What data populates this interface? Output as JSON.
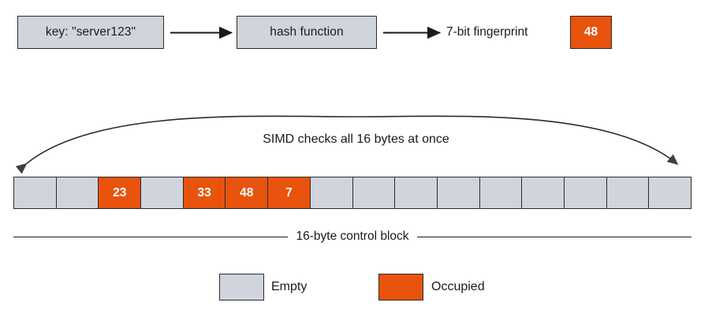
{
  "pipeline": {
    "key_box": {
      "label": "key: \"server123\""
    },
    "hash_box": {
      "label": "hash function"
    },
    "fingerprint_label": "7-bit fingerprint",
    "fingerprint_chip": "48",
    "arrow1": "arrow-right-icon",
    "arrow2": "arrow-right-icon"
  },
  "simd": {
    "annotation": "SIMD checks all 16 bytes at once",
    "arrow": "double-headed-arc-arrow-icon"
  },
  "control_block": {
    "caption": "16-byte control block",
    "cell_count": 16,
    "cells": [
      {
        "index": 0,
        "value": "",
        "state": "empty"
      },
      {
        "index": 1,
        "value": "",
        "state": "empty"
      },
      {
        "index": 2,
        "value": "23",
        "state": "occupied"
      },
      {
        "index": 3,
        "value": "",
        "state": "empty"
      },
      {
        "index": 4,
        "value": "33",
        "state": "occupied"
      },
      {
        "index": 5,
        "value": "48",
        "state": "occupied"
      },
      {
        "index": 6,
        "value": "7",
        "state": "occupied"
      },
      {
        "index": 7,
        "value": "",
        "state": "empty"
      },
      {
        "index": 8,
        "value": "",
        "state": "empty"
      },
      {
        "index": 9,
        "value": "",
        "state": "empty"
      },
      {
        "index": 10,
        "value": "",
        "state": "empty"
      },
      {
        "index": 11,
        "value": "",
        "state": "empty"
      },
      {
        "index": 12,
        "value": "",
        "state": "empty"
      },
      {
        "index": 13,
        "value": "",
        "state": "empty"
      },
      {
        "index": 14,
        "value": "",
        "state": "empty"
      },
      {
        "index": 15,
        "value": "",
        "state": "empty"
      }
    ]
  },
  "legend": {
    "empty_label": "Empty",
    "occupied_label": "Occupied"
  },
  "colors": {
    "occupied": "#e8530e",
    "empty": "#d0d5dd",
    "stroke": "#2b2b2b",
    "text": "#1a1a1a",
    "background": "#ffffff"
  }
}
